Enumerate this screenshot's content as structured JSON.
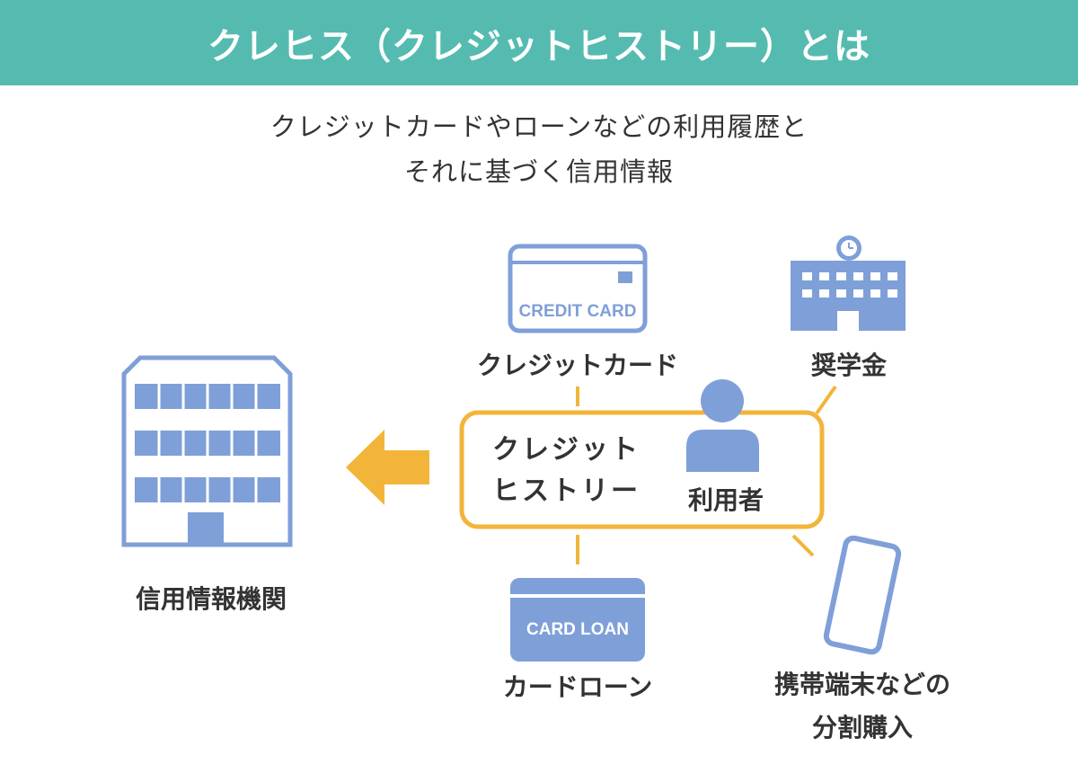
{
  "header": {
    "title": "クレヒス（クレジットヒストリー）とは"
  },
  "description": {
    "line1": "クレジットカードやローンなどの利用履歴と",
    "line2": "それに基づく信用情報"
  },
  "nodes": {
    "credit_card": {
      "label": "クレジットカード",
      "card_text": "CREDIT CARD"
    },
    "scholarship": {
      "label": "奨学金"
    },
    "card_loan": {
      "label": "カードローン",
      "card_text": "CARD LOAN"
    },
    "installment": {
      "label_line1": "携帯端末などの",
      "label_line2": "分割購入"
    },
    "credit_bureau": {
      "label": "信用情報機関"
    },
    "center": {
      "history_line1": "クレジット",
      "history_line2": "ヒストリー",
      "user_label": "利用者"
    }
  },
  "colors": {
    "header_bg": "#55bbb0",
    "accent_orange": "#f2b53a",
    "icon_blue": "#7f9fd8",
    "text_dark": "#333333"
  }
}
